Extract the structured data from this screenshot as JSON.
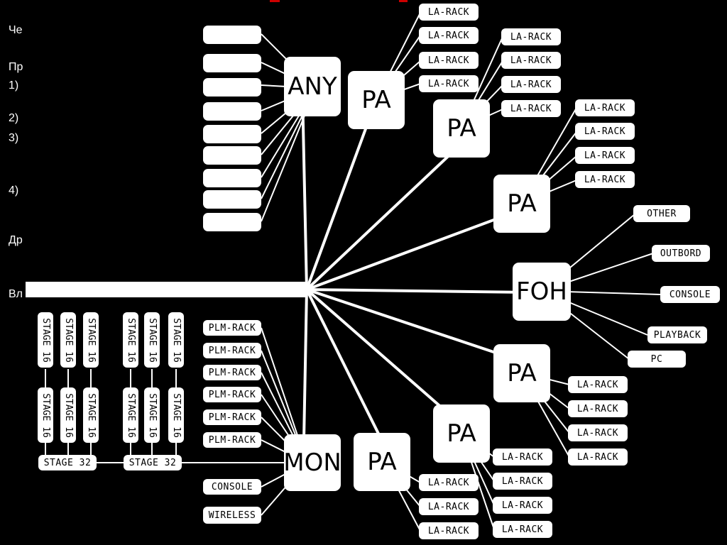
{
  "side_text": [
    "Че",
    "Пр",
    "1)",
    "2)",
    "3)",
    "4)",
    "Др",
    "Вл"
  ],
  "hubs": {
    "any": "ANY",
    "mon": "MON",
    "foh": "FOH"
  },
  "pa": [
    "PA",
    "PA",
    "PA",
    "PA",
    "PA",
    "PA"
  ],
  "la_top1": [
    "LA-RACK",
    "LA-RACK",
    "LA-RACK",
    "LA-RACK"
  ],
  "la_top2": [
    "LA-RACK",
    "LA-RACK",
    "LA-RACK",
    "LA-RACK"
  ],
  "la_top3": [
    "LA-RACK",
    "LA-RACK",
    "LA-RACK",
    "LA-RACK"
  ],
  "foh_items": [
    "OTHER",
    "OUTBORD",
    "CONSOLE",
    "PLAYBACK",
    "PC"
  ],
  "la_bot1": [
    "LA-RACK",
    "LA-RACK",
    "LA-RACK",
    "LA-RACK"
  ],
  "la_bot2": [
    "LA-RACK",
    "LA-RACK",
    "LA-RACK",
    "LA-RACK"
  ],
  "la_bot3": [
    "LA-RACK",
    "LA-RACK",
    "LA-RACK"
  ],
  "plm": [
    "PLM-RACK",
    "PLM-RACK",
    "PLM-RACK",
    "PLM-RACK",
    "PLM-RACK",
    "PLM-RACK"
  ],
  "mon_items": [
    "CONSOLE",
    "WIRELESS"
  ],
  "stage16": "STAGE 16",
  "stage32": [
    "STAGE 32",
    "STAGE 32"
  ],
  "colors": {
    "background": "#000000",
    "node": "#ffffff",
    "text": "#000000"
  }
}
